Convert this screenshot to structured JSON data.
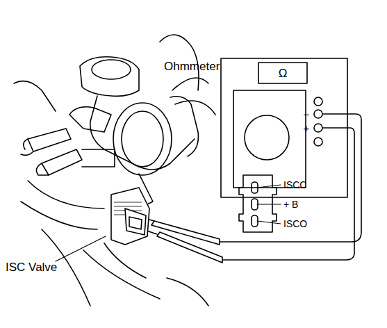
{
  "diagram": {
    "labels": [
      "Ohmmeter",
      "Ω",
      "−",
      "+",
      "ISCC",
      "+ B",
      "ISCO",
      "ISC Valve"
    ]
  }
}
